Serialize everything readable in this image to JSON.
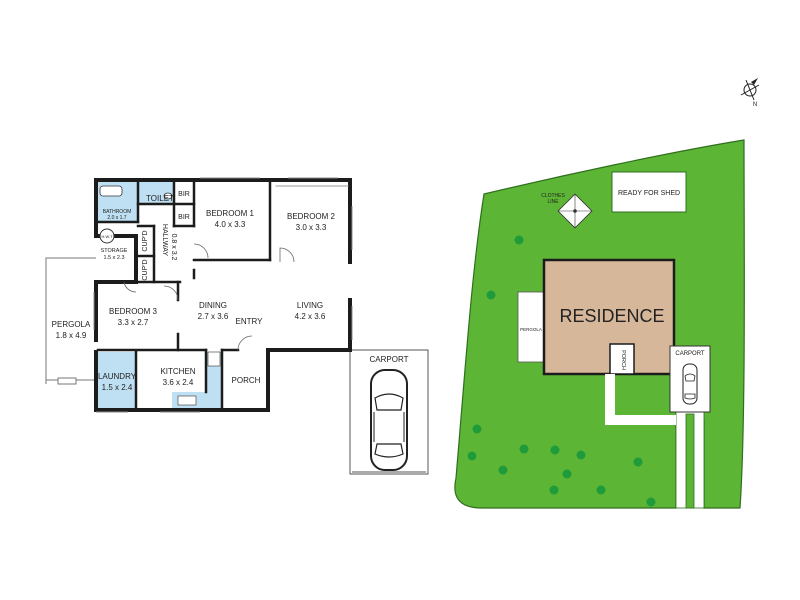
{
  "floor_plan": {
    "rooms": {
      "bathroom": {
        "name": "BATHROOM",
        "size": "2.0 x 1.7"
      },
      "toilet": {
        "name": "TOILET"
      },
      "bir_top": {
        "name": "BIR"
      },
      "bir_bottom": {
        "name": "BIR"
      },
      "bedroom1": {
        "name": "BEDROOM 1",
        "size": "4.0 x 3.3"
      },
      "bedroom2": {
        "name": "BEDROOM 2",
        "size": "3.0 x 3.3"
      },
      "hwt": {
        "name": "H.W.T"
      },
      "storage": {
        "name": "STORAGE",
        "size": "1.5 x 2.3"
      },
      "cupd_upper": {
        "name": "CUP'D"
      },
      "cupd_lower": {
        "name": "CUP'D"
      },
      "hallway": {
        "name": "HALLWAY",
        "size": "0.8 x 3.2"
      },
      "pergola": {
        "name": "PERGOLA",
        "size": "1.8 x 4.9"
      },
      "bedroom3": {
        "name": "BEDROOM 3",
        "size": "3.3 x 2.7"
      },
      "dining": {
        "name": "DINING",
        "size": "2.7 x 3.6"
      },
      "entry": {
        "name": "ENTRY"
      },
      "living": {
        "name": "LIVING",
        "size": "4.2 x 3.6"
      },
      "laundry": {
        "name": "LAUNDRY",
        "size": "1.5 x 2.4"
      },
      "kitchen": {
        "name": "KITCHEN",
        "size": "3.6 x 2.4"
      },
      "porch": {
        "name": "PORCH"
      },
      "carport": {
        "name": "CARPORT"
      }
    }
  },
  "site_plan": {
    "north_label": "N",
    "residence_label": "RESIDENCE",
    "clothes_line_label": [
      "CLOTHES",
      "LINE"
    ],
    "shed_label": "READY FOR SHED",
    "pergola_label": "PERGOLA",
    "porch_label": "PORCH",
    "carport_label": "CARPORT"
  },
  "colors": {
    "lawn": "#5db536",
    "lawn_outline": "#2f6f1d",
    "residence_fill": "#d6b79a",
    "wet_area": "#bfe0f2",
    "tree": "#1f9b3a",
    "wall": "#1c1c1c"
  }
}
